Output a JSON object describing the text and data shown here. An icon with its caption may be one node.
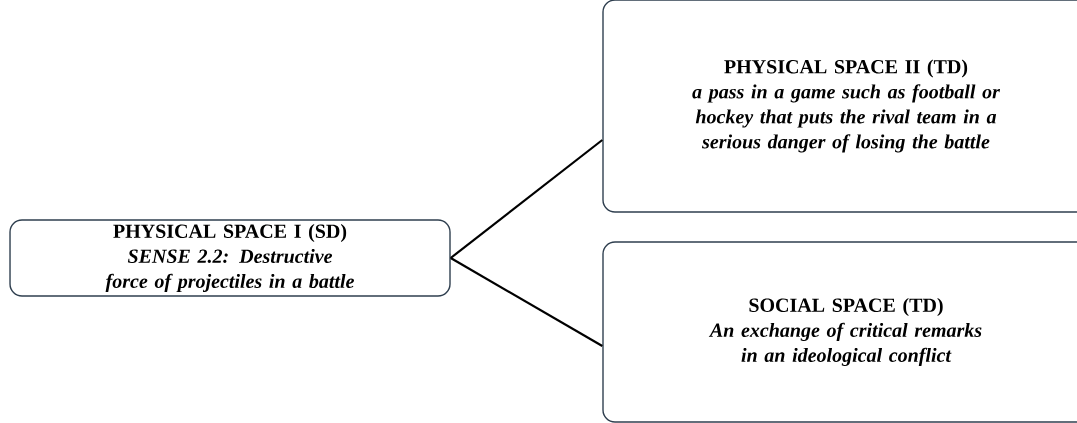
{
  "diagram": {
    "nodes": [
      {
        "text": [
          "PHYSICAL SPACE I (SD)",
          "SENSE 2.2: Destructive force of projectiles in a battle"
        ]
      },
      {
        "text": [
          "PHYSICAL SPACE II (TD)",
          "a pass in a game such as football or hockey that puts the rival team in a serious danger of losing the battle"
        ]
      },
      {
        "text": [
          "SOCIAL SPACE (TD)",
          "An exchange of critical remarks in an ideological conflict"
        ]
      }
    ],
    "edges": [
      {
        "from": 0,
        "to": 1,
        "arrow": "none"
      },
      {
        "from": 0,
        "to": 2,
        "arrow": "none"
      }
    ]
  }
}
